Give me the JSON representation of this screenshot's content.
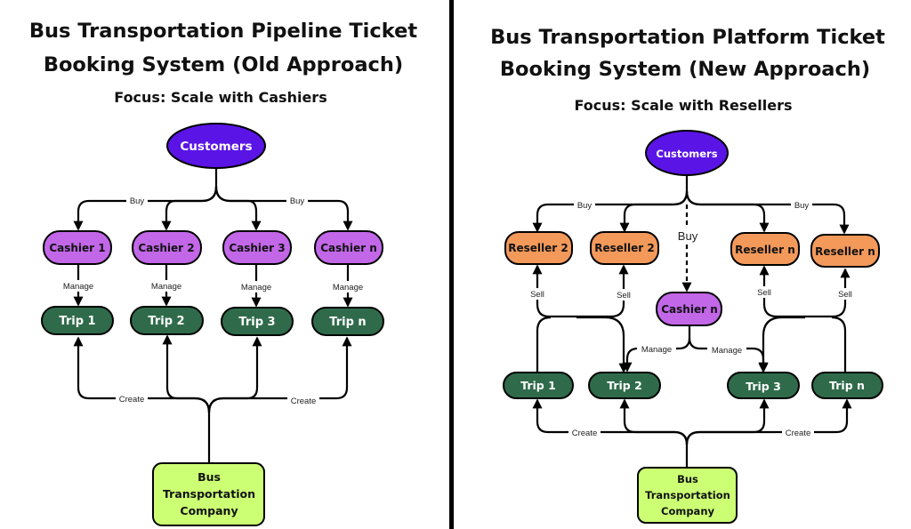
{
  "left": {
    "title_line1": "Bus Transportation Pipeline Ticket",
    "title_line2": "Booking System (Old Approach)",
    "focus": "Focus: Scale with Cashiers",
    "customers": "Customers",
    "cashiers": [
      "Cashier 1",
      "Cashier 2",
      "Cashier 3",
      "Cashier n"
    ],
    "trips": [
      "Trip 1",
      "Trip 2",
      "Trip 3",
      "Trip n"
    ],
    "company_lines": [
      "Bus",
      "Transportation",
      "Company"
    ],
    "edge_buy": "Buy",
    "edge_manage": "Manage",
    "edge_create": "Create"
  },
  "right": {
    "title_line1": "Bus Transportation Platform Ticket",
    "title_line2": "Booking System (New Approach)",
    "focus": "Focus: Scale with Resellers",
    "customers": "Customers",
    "resellers": [
      "Reseller 2",
      "Reseller 2",
      "Reseller n",
      "Reseller n"
    ],
    "cashier": "Cashier n",
    "trips": [
      "Trip 1",
      "Trip 2",
      "Trip 3",
      "Trip n"
    ],
    "company_lines": [
      "Bus",
      "Transportation",
      "Company"
    ],
    "edge_buy": "Buy",
    "edge_buy_cashier": "Buy",
    "edge_sell": "Sell",
    "edge_manage": "Manage",
    "edge_create": "Create"
  },
  "colors": {
    "customers": "#5a14e6",
    "cashier": "#c267e8",
    "reseller": "#f3995a",
    "trip": "#2f6b4a",
    "company": "#ccff73",
    "divider": "#000000"
  }
}
